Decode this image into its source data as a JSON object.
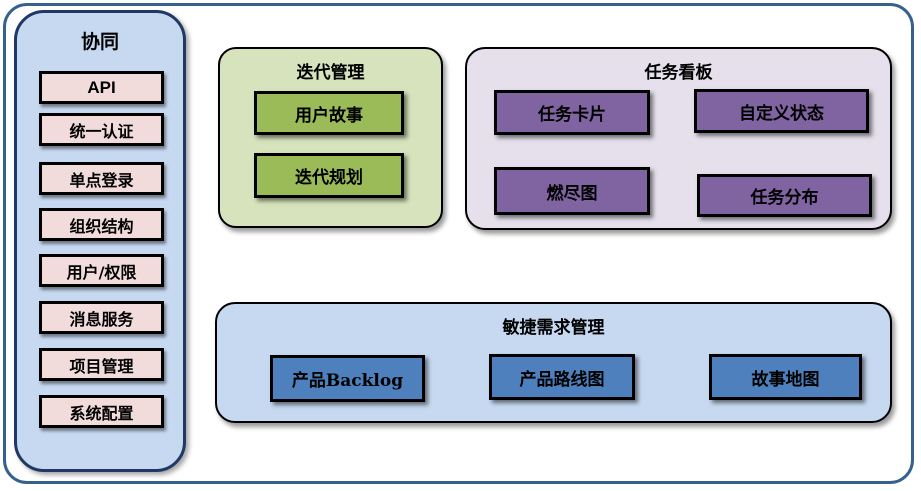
{
  "diagram": {
    "colors": {
      "frame_border": "#36618f",
      "sidebar_bg": "#c7d9f1",
      "sidebar_border": "#1f3864",
      "sidebar_item_bg": "#f2dcdb",
      "iteration_panel_bg": "#d6e3bc",
      "iteration_box_bg": "#9bbb59",
      "kanban_panel_bg": "#e5e0ec",
      "kanban_box_bg": "#8064a2",
      "agile_panel_bg": "#c6d9f0",
      "agile_box_bg": "#4d80bc",
      "box_border": "#000000",
      "text": "#000000"
    },
    "sidebar": {
      "title": "协同",
      "items": [
        "API",
        "统一认证",
        "单点登录",
        "组织结构",
        "用户/权限",
        "消息服务",
        "项目管理",
        "系统配置"
      ]
    },
    "panels": {
      "iteration": {
        "title": "迭代管理",
        "items": [
          "用户故事",
          "迭代规划"
        ]
      },
      "kanban": {
        "title": "任务看板",
        "items": [
          "任务卡片",
          "自定义状态",
          "燃尽图",
          "任务分布"
        ]
      },
      "agile": {
        "title": "敏捷需求管理",
        "items": [
          "产品Backlog",
          "产品路线图",
          "故事地图"
        ]
      }
    }
  }
}
